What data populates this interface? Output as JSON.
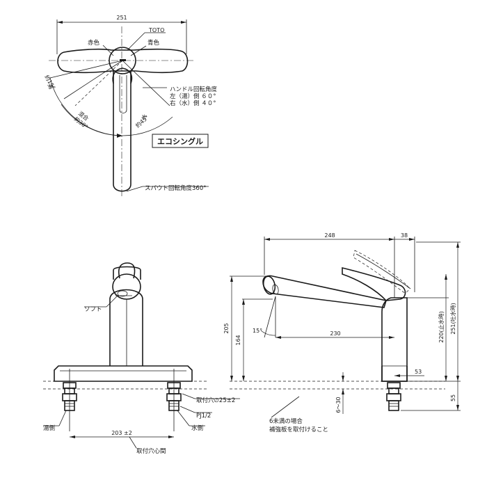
{
  "top_view": {
    "width_dim": "251",
    "brand": "TOTO",
    "red": "赤色",
    "blue": "青色",
    "handle_title": "ハンドル回転角度",
    "handle_left": "左（湯）側  ６０°",
    "handle_right": "右（水）側  ４０°",
    "hot_label": "湯",
    "hot_angle": "約15°",
    "mix_label": "混合",
    "mix_angle": "約30°",
    "water_label": "水",
    "water_angle": "約45°",
    "badge": "エコシングル",
    "spout_rot": "スパウト回転角度360°"
  },
  "front_view": {
    "soft": "ソフト",
    "hole": "取付穴∅25±2",
    "pj": "PJ1/2",
    "hot_side": "湯側",
    "water_side": "水側",
    "dim_203": "203 ±2",
    "hole_pitch": "取付穴心間"
  },
  "side_view": {
    "d248": "248",
    "d38": "38",
    "d205": "205",
    "d164": "164",
    "d15": "15°",
    "d230": "230",
    "d220": "220(止水時)",
    "d251": "251(吐水時)",
    "d53": "53",
    "d55": "55",
    "d6_30": "6～30",
    "note_1": "6未満の場合",
    "note_2": "補強板を取付けること"
  }
}
